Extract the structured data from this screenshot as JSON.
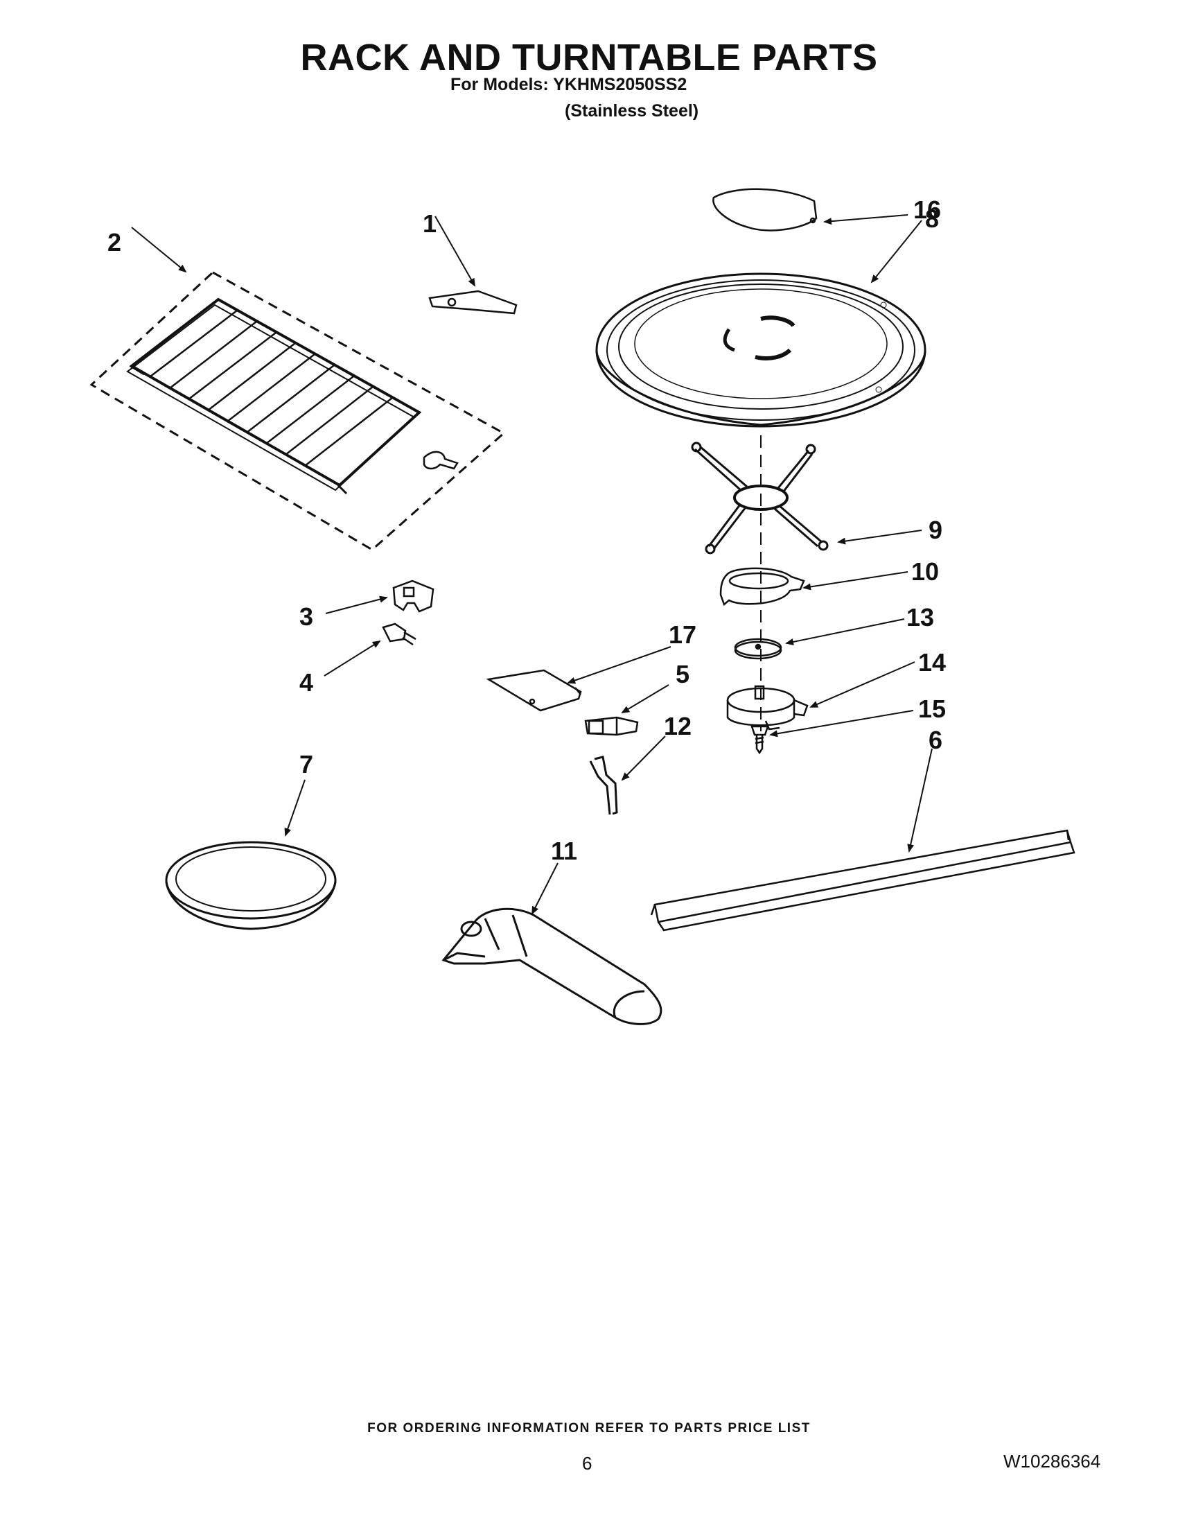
{
  "header": {
    "title": "RACK AND TURNTABLE PARTS",
    "models_line": "For Models: YKHMS2050SS2",
    "material_line": "(Stainless Steel)"
  },
  "callouts": [
    "1",
    "2",
    "3",
    "4",
    "5",
    "6",
    "7",
    "8",
    "9",
    "10",
    "11",
    "12",
    "13",
    "14",
    "15",
    "16",
    "17"
  ],
  "footer": {
    "ordering_note": "FOR ORDERING INFORMATION REFER TO PARTS PRICE LIST",
    "page_number": "6",
    "document_number": "W10286364"
  }
}
